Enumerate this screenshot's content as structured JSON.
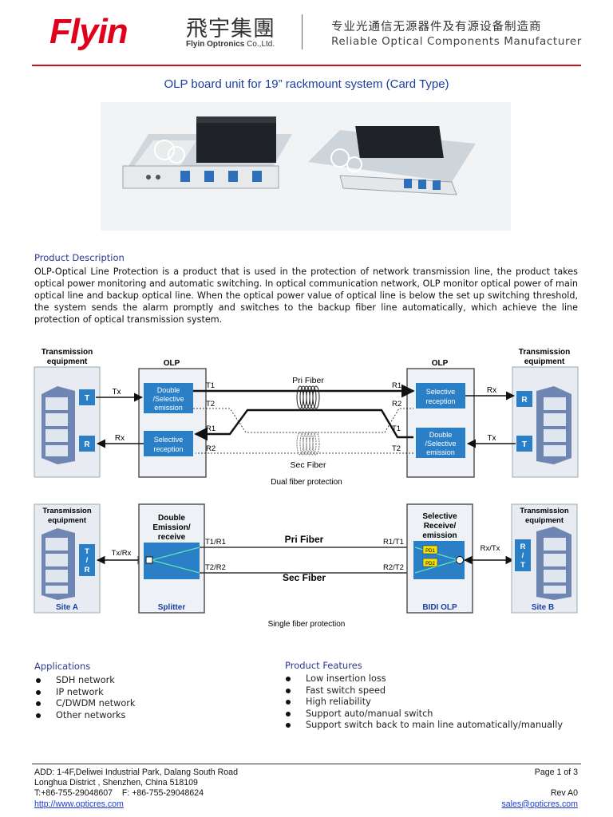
{
  "header": {
    "logo": "Flyin",
    "cn_name": "飛宇集團",
    "en_name_bold": "Flyin Optronics",
    "en_name_rest": " Co.,Ltd.",
    "tagline_cn": "专业光通信无源器件及有源设备制造商",
    "tagline_en": "Reliable Optical Components Manufacturer"
  },
  "title": "OLP board unit for 19” rackmount system (Card Type)",
  "description": {
    "heading": "Product Description",
    "text": "OLP-Optical Line Protection is a product that is used in the protection of network transmission line, the product takes optical power monitoring and automatic switching. In optical communication network, OLP monitor optical power of main optical line and backup optical line. When the optical power value of optical line is below the set up switching threshold, the system sends the alarm promptly and switches to the backup fiber line automatically, which achieve the line protection of optical transmission system."
  },
  "dual_diagram": {
    "left_equipment": "Transmission equipment",
    "right_equipment": "Transmission equipment",
    "left_olp": "OLP",
    "right_olp": "OLP",
    "left_t": "T",
    "left_r": "R",
    "right_r": "R",
    "right_t": "T",
    "tx_left": "Tx",
    "rx_left": "Rx",
    "rx_right": "Rx",
    "tx_right": "Tx",
    "box_double_l": [
      "Double",
      "/Selective",
      "emission"
    ],
    "box_select_l": [
      "Selective",
      "reception"
    ],
    "box_select_r": [
      "Selective",
      "reception"
    ],
    "box_double_r": [
      "Double",
      "/Selective",
      "emission"
    ],
    "port_t1": "T1",
    "port_t2": "T2",
    "port_r1": "R1",
    "port_r2": "R2",
    "port_r1_right": "R1",
    "port_r2_right": "R2",
    "port_t1_right": "T1",
    "port_t2_right": "T2",
    "pri_fiber": "Pri Fiber",
    "sec_fiber": "Sec Fiber",
    "caption": "Dual fiber protection"
  },
  "single_diagram": {
    "left_equipment": "Transmission equipment",
    "right_equipment": "Transmission equipment",
    "left_tr": [
      "T",
      "/",
      "R"
    ],
    "right_rt": [
      "R",
      "/",
      "T"
    ],
    "txrx": "Tx/Rx",
    "rxtx": "Rx/Tx",
    "splitter_title": [
      "Double",
      "Emission/",
      "receive"
    ],
    "bidi_title": [
      "Selective",
      "Receive/",
      "emission"
    ],
    "t1r1": "T1/R1",
    "t2r2": "T2/R2",
    "r1t1": "R1/T1",
    "r2t2": "R2/T2",
    "pri_fiber": "Pri Fiber",
    "sec_fiber": "Sec Fiber",
    "pd1": "PD1",
    "pd2": "PD2",
    "site_a": "Site A",
    "splitter": "Splitter",
    "bidi_olp": "BIDI OLP",
    "site_b": "Site B",
    "caption": "Single fiber protection"
  },
  "applications": {
    "heading": "Applications",
    "items": [
      "SDH network",
      "IP network",
      "C/DWDM network",
      "Other networks"
    ]
  },
  "features": {
    "heading": "Product Features",
    "items": [
      "Low insertion loss",
      "Fast switch speed",
      "High reliability",
      "Support auto/manual switch",
      "Support switch back to main line automatically/manually"
    ]
  },
  "footer": {
    "address_1": "ADD: 1-4F,Deliwei Industrial Park, Dalang South Road",
    "address_2": "Longhua District , Shenzhen, China 518109",
    "phone": "T:+86-755-29048607    F: +86-755-29048624",
    "website": "http://www.opticres.com",
    "page": "Page 1 of 3",
    "rev": "Rev A0",
    "email": "sales@opticres.com"
  },
  "colors": {
    "brand_red": "#e1001b",
    "title_blue": "#1b3fa0",
    "box_blue": "#2a7fc6",
    "link_blue": "#1a3dd6"
  }
}
